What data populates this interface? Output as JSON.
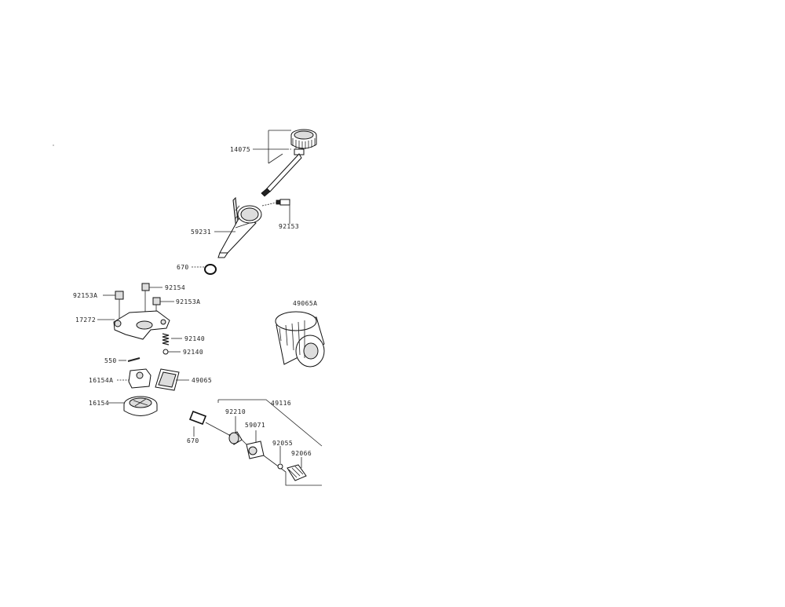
{
  "labels": {
    "l14075": "14075",
    "l92153": "92153",
    "l59231": "59231",
    "l670a": "670",
    "l92153a_left": "92153A",
    "l92154": "92154",
    "l92153a_right": "92153A",
    "l17272": "17272",
    "l92140_a": "92140",
    "l92140_b": "92140",
    "l49065a": "49065A",
    "l550": "550",
    "l16154a": "16154A",
    "l49065": "49065",
    "l16154": "16154",
    "l49116": "49116",
    "l92210": "92210",
    "l59071": "59071",
    "l670b": "670",
    "l92055": "92055",
    "l92066": "92066"
  }
}
